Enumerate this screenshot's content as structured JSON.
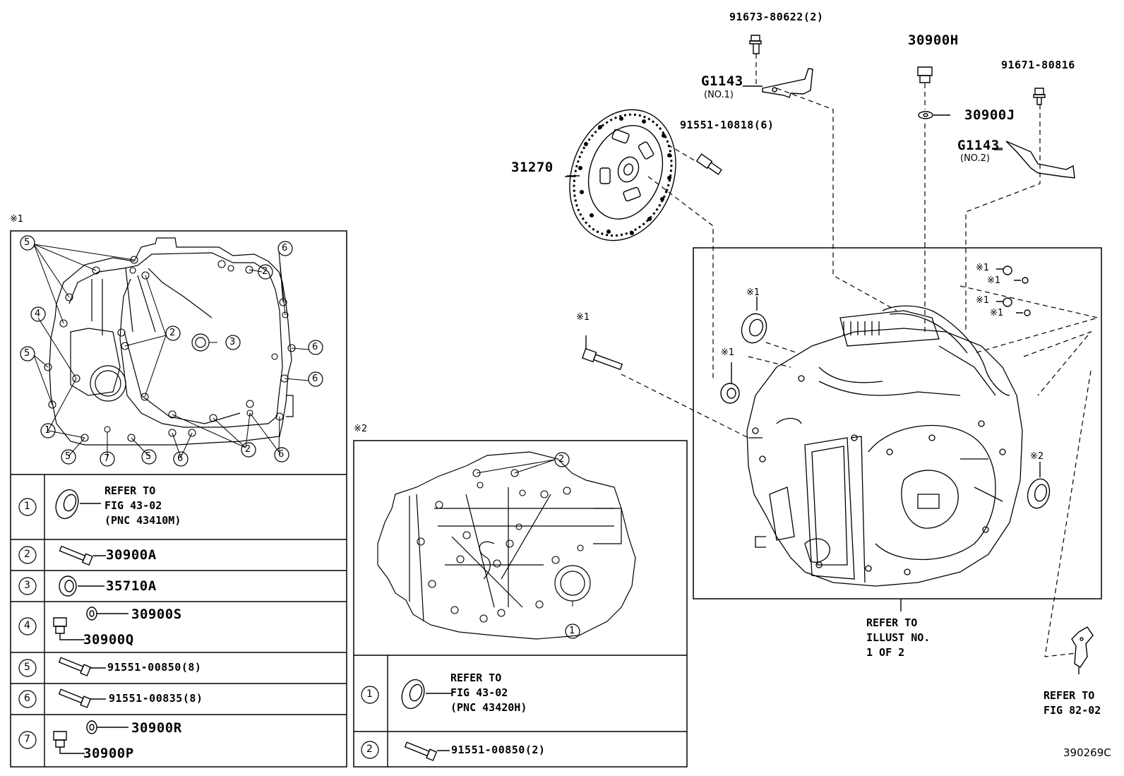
{
  "parts": {
    "p91673": "91673-80622(2)",
    "p30900H": "30900H",
    "p91671": "91671-80816",
    "g1143_1": "G1143",
    "g1143_1_sub": "(NO.1)",
    "p30900J": "30900J",
    "g1143_2": "G1143",
    "g1143_2_sub": "(NO.2)",
    "p91551_10818": "91551-10818(6)",
    "p31270": "31270"
  },
  "marks": {
    "m1": "※1",
    "m2": "※2"
  },
  "refs": {
    "illust": "REFER TO\nILLUST NO.\n1 OF 2",
    "fig82": "REFER TO\nFIG 82-02"
  },
  "diagram_id": "390269C",
  "table1": {
    "callouts": {
      "c1": "1",
      "c2": "2",
      "c3": "3",
      "c4": "4",
      "c5": "5",
      "c6": "6",
      "c7": "7"
    },
    "rows": {
      "r1_text": "REFER TO\nFIG 43-02\n(PNC 43410M)",
      "r2_text": "30900A",
      "r3_text": "35710A",
      "r4_a": "30900S",
      "r4_b": "30900Q",
      "r5_text": "91551-00850(8)",
      "r6_text": "91551-00835(8)",
      "r7_a": "30900R",
      "r7_b": "30900P"
    }
  },
  "table2": {
    "rows": {
      "r1_text": "REFER TO\nFIG 43-02\n(PNC 43420H)",
      "r2_text": "91551-00850(2)"
    }
  },
  "colors": {
    "ink": "#000000",
    "paper": "#ffffff"
  }
}
